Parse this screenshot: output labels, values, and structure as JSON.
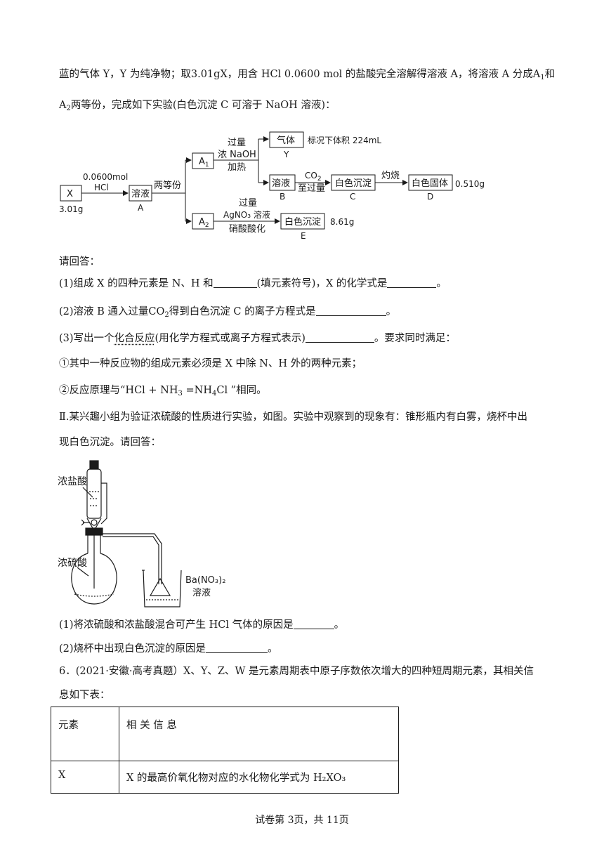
{
  "intro": {
    "line1_a": "蓝的气体 Y，Y 为纯净物；取",
    "line1_mass": "3.01gX",
    "line1_b": "，用含 HCl 0.0600 mol 的盐酸完全溶解得溶液 A，将溶液 A 分成",
    "A1_main": "A",
    "A1_sub": "1",
    "line1_c": "和",
    "A2_main": "A",
    "A2_sub": "2",
    "line2": "两等份，完成如下实验(白色沉淀 C 可溶于 NaOH 溶液)："
  },
  "flow": {
    "x_box": "X",
    "x_mass": "3.01g",
    "hcl_amount": "0.0600mol",
    "hcl": "HCl",
    "sol_box": "溶液",
    "sol_label": "A",
    "split": "两等份",
    "a1_main": "A",
    "a1_sub": "1",
    "a2_main": "A",
    "a2_sub": "2",
    "naoh_1": "过量",
    "naoh_2": "浓 NaOH",
    "naoh_3": "加热",
    "gas_box": "气体",
    "gas_label": "Y",
    "gas_volume": "标况下体积 224mL",
    "solb_box": "溶液",
    "solb_label": "B",
    "co2_main": "CO",
    "co2_sub": "2",
    "co2_excess": "至过量",
    "ppt_c_box": "白色沉淀",
    "ppt_c_label": "C",
    "burn": "灼烧",
    "solid_box": "白色固体",
    "solid_label": "D",
    "solid_mass": "0.510g",
    "agno3_1": "过量",
    "agno3_2": "AgNO₃ 溶液",
    "agno3_3": "硝酸酸化",
    "ppt_e_box": "白色沉淀",
    "ppt_e_label": "E",
    "ppt_e_mass": "8.61g"
  },
  "questions": {
    "please_answer": "请回答：",
    "q1_a": "(1)组成 X 的四种元素是 N、H 和",
    "q1_b": "(填元素符号)，X 的化学式是",
    "q1_c": "。",
    "q2_a": "(2)溶液 B 通入过量",
    "q2_co2_main": "CO",
    "q2_co2_sub": "2",
    "q2_b": "得到白色沉淀 C 的离子方程式是",
    "q2_c": "。",
    "q3_a": "(3)写出一个",
    "q3_dot": "化合反应",
    "q3_b": "(用化学方程式或离子方程式表示)",
    "q3_c": "。要求同时满足：",
    "cond1": "①其中一种反应物的组成元素必须是 X 中除 N、H 外的两种元素；",
    "cond2_a": "②反应原理与“",
    "cond2_eq1": "HCl + NH",
    "cond2_sub1": "3",
    "cond2_eq2": " =NH",
    "cond2_sub2": "4",
    "cond2_eq3": "Cl",
    "cond2_b": " ”相同。"
  },
  "part2": {
    "line1": "Ⅱ.某兴趣小组为验证浓硫酸的性质进行实验，如图。实验中观察到的现象有：锥形瓶内有白雾，烧杯中出",
    "line2": "现白色沉淀。请回答：",
    "label_hcl": "浓盐酸",
    "label_h2so4": "浓硫酸",
    "label_ba": "Ba(NO₃)₂",
    "label_sol": "溶液",
    "q1_a": "(1)将浓硫酸和浓盐酸混合可产生 HCl 气体的原因是",
    "q1_b": "。",
    "q2_a": "(2)烧杯中出现白色沉淀的原因是",
    "q2_b": "。"
  },
  "q6": {
    "line1": "6．(2021·安徽·高考真题）X、Y、Z、W 是元素周期表中原子序数依次增大的四种短周期元素，其相关信",
    "line2": "息如下表：",
    "col1": "元素",
    "col2": "相 关 信 息",
    "row1_el": "X",
    "row1_info": "X 的最高价氧化物对应的水化物化学式为 H₂XO₃"
  },
  "footer": "试卷第 3页，共 11页"
}
